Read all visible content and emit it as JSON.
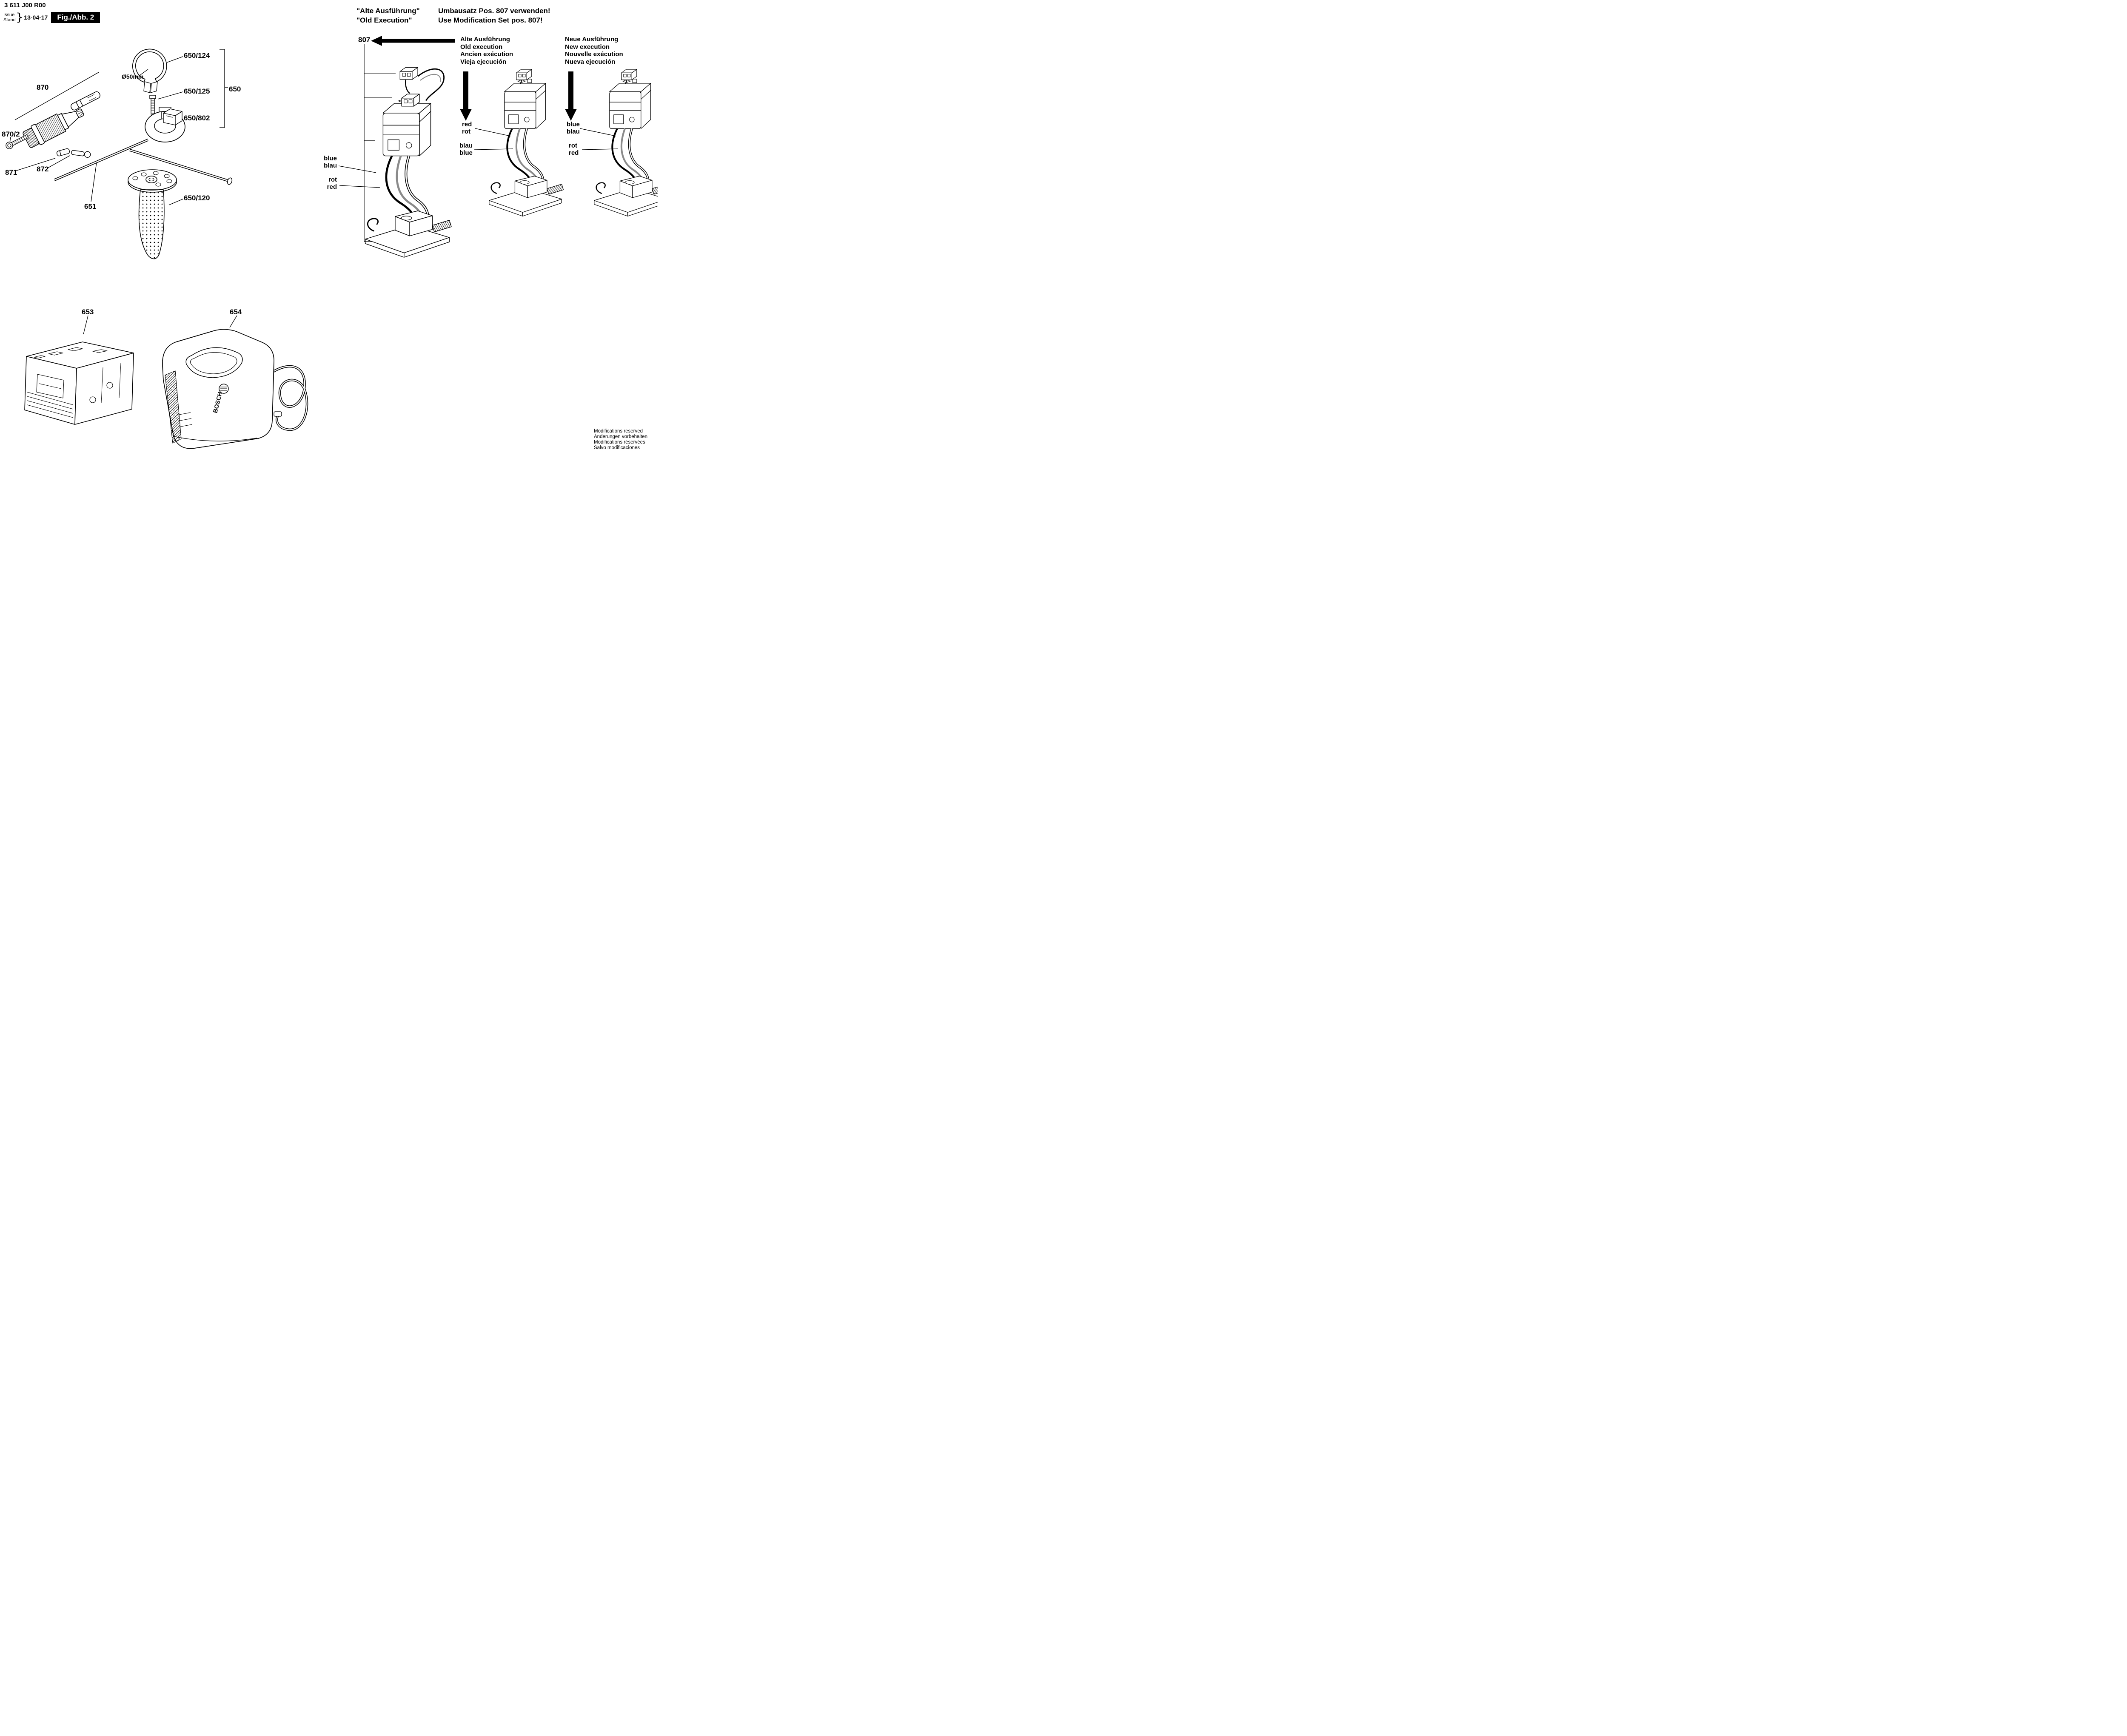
{
  "header": {
    "part_number": "3 611 J00 R00",
    "issue_label": "Issue",
    "stand_label": "Stand",
    "brace": "}",
    "issue_date": "13-04-17",
    "figure_label": "Fig./Abb. 2"
  },
  "notice": {
    "de_quote": "\"Alte Ausführung\"",
    "en_quote": "\"Old Execution\"",
    "de_text": "Umbausatz Pos. 807 verwenden!",
    "en_text": "Use Modification Set pos. 807!"
  },
  "parts": {
    "chuck": "870",
    "chuck_screw": "870/2",
    "shank": "871",
    "key": "872",
    "depth_rod": "651",
    "band": "650/124",
    "band_diameter": "Ø50mm",
    "clamp_screw": "650/125",
    "handle_assembly": "650",
    "clamp_block": "650/802",
    "grip": "650/120",
    "battery": "653",
    "charger": "654",
    "modification_set": "807"
  },
  "charger": {
    "brand": "BOSCH"
  },
  "wiring": {
    "old_left": {
      "wire_top_line1": "blue",
      "wire_top_line2": "blau",
      "wire_bottom_line1": "rot",
      "wire_bottom_line2": "red"
    },
    "old_mid": {
      "title": [
        "Alte Ausführung",
        "Old execution",
        "Ancien exécution",
        "Vieja ejecución"
      ],
      "wire_top_line1": "red",
      "wire_top_line2": "rot",
      "wire_bottom_line1": "blau",
      "wire_bottom_line2": "blue"
    },
    "new": {
      "title": [
        "Neue Ausführung",
        "New execution",
        "Nouvelle exécution",
        "Nueva ejecución"
      ],
      "wire_top_line1": "blue",
      "wire_top_line2": "blau",
      "wire_bottom_line1": "rot",
      "wire_bottom_line2": "red"
    }
  },
  "footer": {
    "lines": [
      "Modifications reserved",
      "Änderungen vorbehalten",
      "Modifications réservées",
      "Salvo modificaciones"
    ]
  }
}
